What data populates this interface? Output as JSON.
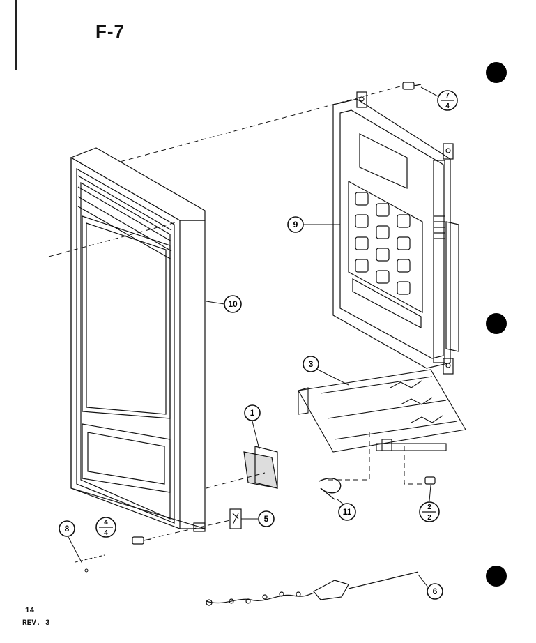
{
  "figure": {
    "title": "F-7",
    "page_number": "14",
    "revision": "REV. 3"
  },
  "callouts": {
    "c1": "1",
    "c3": "3",
    "c5": "5",
    "c6": "6",
    "c8": "8",
    "c9": "9",
    "c10": "10",
    "c11": "11"
  },
  "fractions": {
    "f74": {
      "num": "7",
      "den": "4"
    },
    "f44": {
      "num": "4",
      "den": "4"
    },
    "f22": {
      "num": "2",
      "den": "2"
    }
  }
}
